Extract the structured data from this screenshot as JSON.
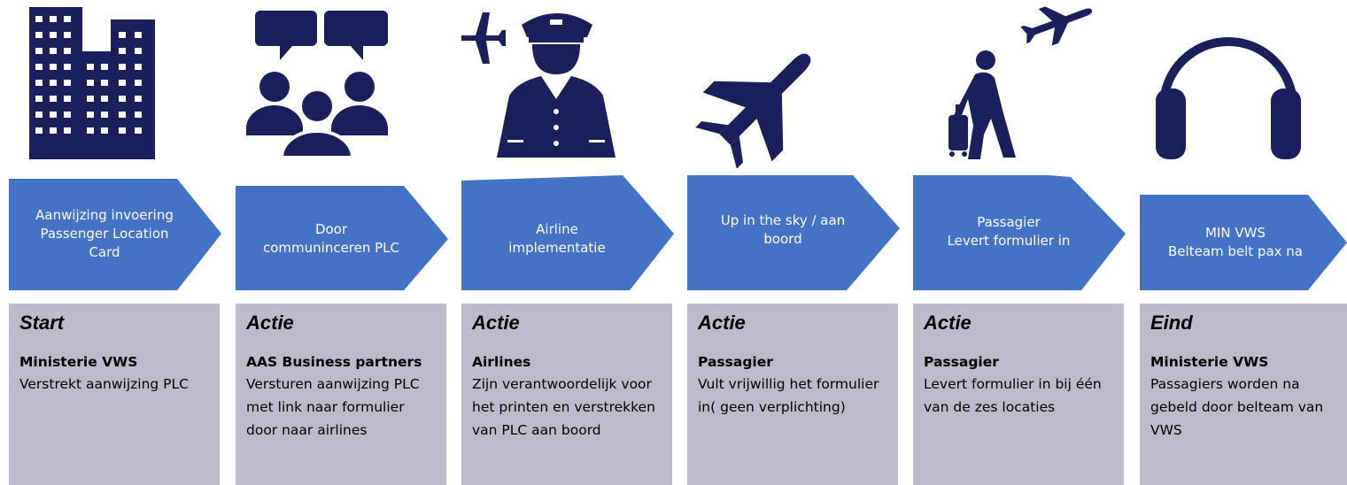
{
  "colors": {
    "icon": "#1b1f5c",
    "arrow": "#4472c4",
    "card": "#bdbbca"
  },
  "steps": [
    {
      "icon": "building-icon",
      "lines": [
        "Aanwijzing invoering",
        "Passenger Location",
        "Card"
      ],
      "type": "Start",
      "actor": "Ministerie VWS",
      "desc": "Verstrekt aanwijzing PLC"
    },
    {
      "icon": "discussion-group-icon",
      "lines": [
        "Door",
        "communinceren PLC"
      ],
      "type": "Actie",
      "actor": "AAS Business partners",
      "desc": "Versturen aanwijzing PLC met link naar formulier door naar airlines"
    },
    {
      "icon": "pilot-icon",
      "lines": [
        "Airline",
        "implementatie"
      ],
      "type": "Actie",
      "actor": "Airlines",
      "desc": "Zijn verantwoordelijk voor het printen en verstrekken van PLC aan boord"
    },
    {
      "icon": "airplane-icon",
      "lines": [
        "Up in the sky / aan",
        "boord"
      ],
      "type": "Actie",
      "actor": "Passagier",
      "desc": "Vult vrijwillig het formulier in( geen verplichting)"
    },
    {
      "icon": "traveler-icon",
      "lines": [
        "Passagier",
        "Levert formulier in"
      ],
      "type": "Actie",
      "actor": "Passagier",
      "desc": "Levert formulier in bij één van de zes locaties"
    },
    {
      "icon": "headphones-icon",
      "lines": [
        "MIN VWS",
        "Belteam belt pax na"
      ],
      "type": "Eind",
      "actor": "Ministerie VWS",
      "desc": "Passagiers worden na gebeld door belteam van VWS"
    }
  ]
}
